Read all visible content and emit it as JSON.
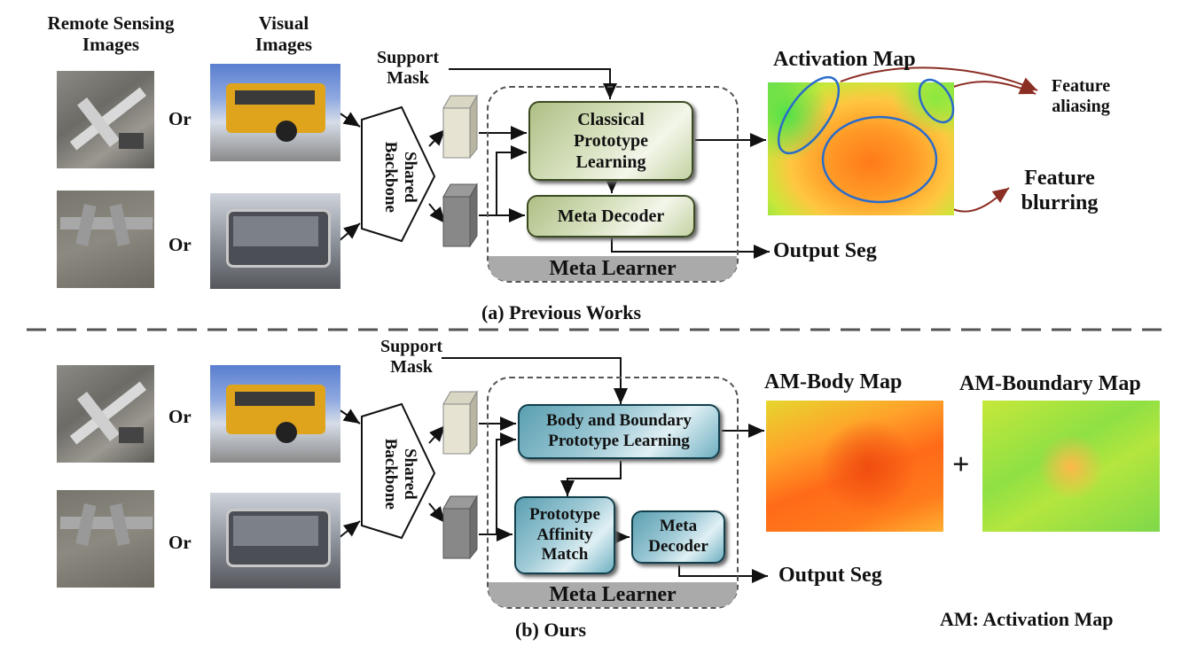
{
  "top": {
    "col_remote": "Remote Sensing\nImages",
    "col_visual": "Visual\nImages",
    "or_1": "Or",
    "or_2": "Or",
    "backbone": "Shared\nBackbone",
    "support_mask": "Support\nMask",
    "classical": "Classical\nPrototype\nLearning",
    "meta_decoder": "Meta Decoder",
    "meta_learner": "Meta Learner",
    "activation_map": "Activation Map",
    "feature_aliasing": "Feature\naliasing",
    "feature_blurring": "Feature\nblurring",
    "output_seg": "Output Seg",
    "caption": "(a) Previous Works"
  },
  "bottom": {
    "or_1": "Or",
    "or_2": "Or",
    "backbone": "Shared\nBackbone",
    "support_mask": "Support\nMask",
    "body_boundary": "Body and Boundary\nPrototype Learning",
    "affinity": "Prototype\nAffinity\nMatch",
    "meta_decoder": "Meta\nDecoder",
    "meta_learner": "Meta Learner",
    "body_map": "AM-Body Map",
    "boundary_map": "AM-Boundary Map",
    "plus": "+",
    "output_seg": "Output Seg",
    "caption": "(b) Ours",
    "legend": "AM: Activation Map"
  },
  "colors": {
    "arrow": "#111111",
    "dark_red_arrow": "#8b2e24",
    "ellipse": "#2a6cc9",
    "green_module": "#c4d2a2",
    "blue_module": "#6fb0c1"
  }
}
